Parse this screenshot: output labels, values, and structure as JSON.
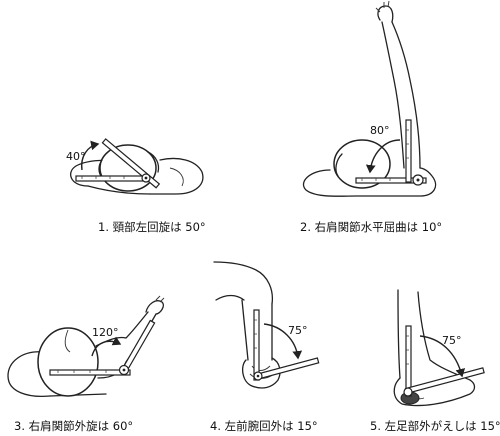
{
  "panels": [
    {
      "caption": "1.  頸部左回旋は 50°",
      "angle_label": "40°"
    },
    {
      "caption": "2.  右肩関節水平屈曲は 10°",
      "angle_label": "80°"
    },
    {
      "caption": "3.  右肩関節外旋は 60°",
      "angle_label": "120°"
    },
    {
      "caption": "4.  左前腕回外は 15°",
      "angle_label": "75°"
    },
    {
      "caption": "5.  左足部外がえしは 15°",
      "angle_label": "75°"
    }
  ]
}
